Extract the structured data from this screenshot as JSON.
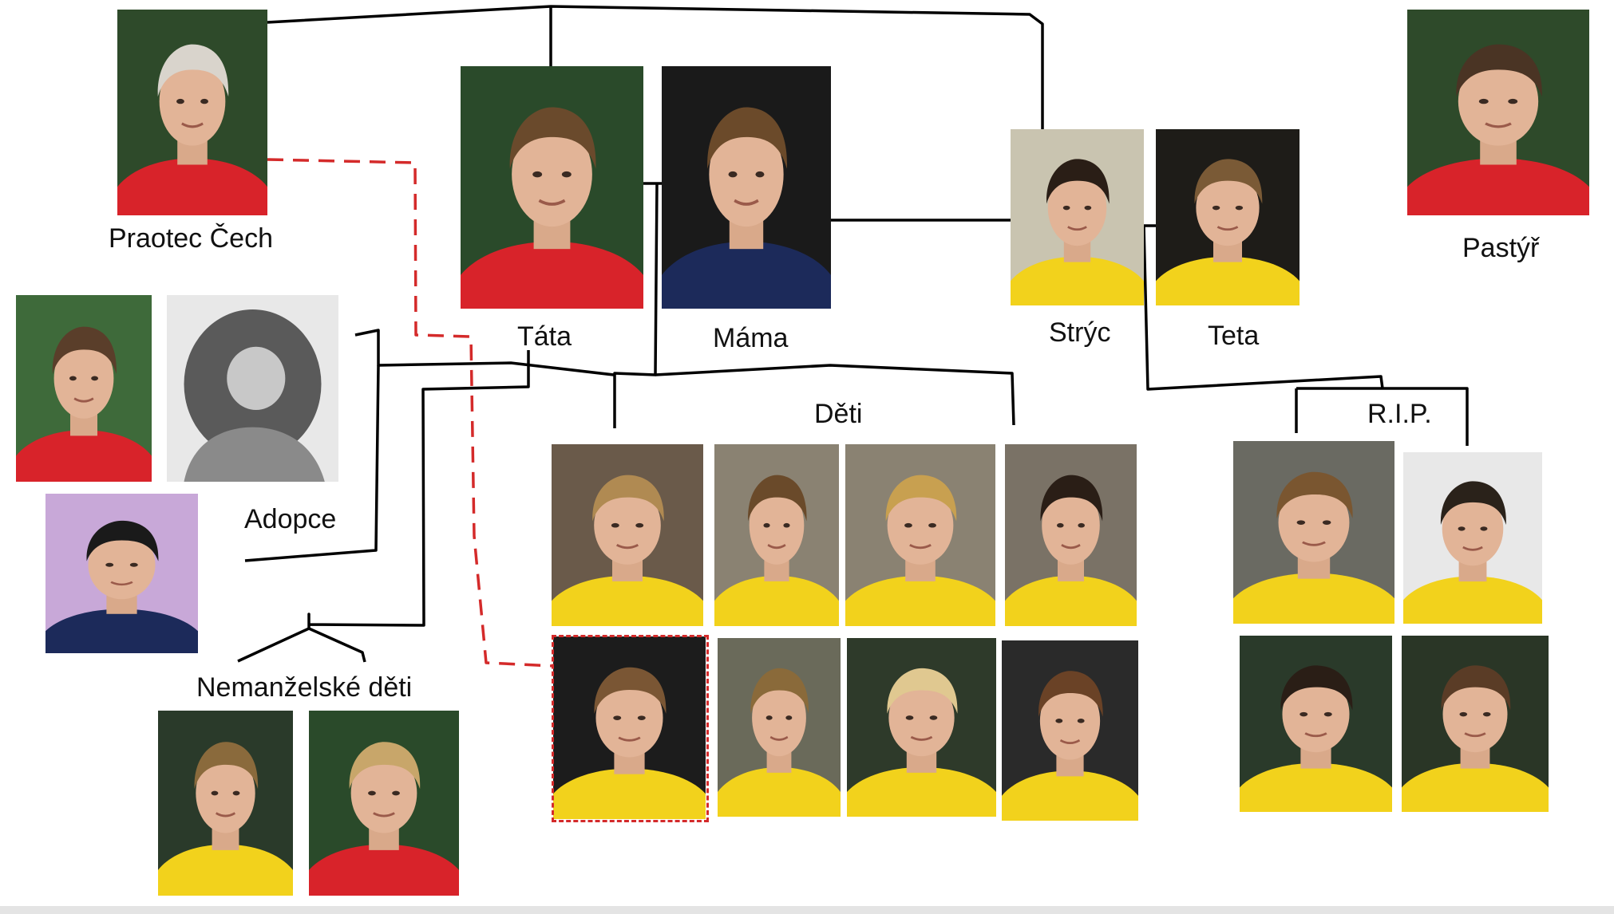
{
  "labels": {
    "praotec": "Praotec Čech",
    "tata": "Táta",
    "mama": "Máma",
    "stryc": "Strýc",
    "teta": "Teta",
    "pastyr": "Pastýř",
    "adopce": "Adopce",
    "deti": "Děti",
    "nemanzelske": "Nemanželské děti",
    "rip": "R.I.P."
  },
  "colors": {
    "line": "#000000",
    "dashed_line": "#d42a2a",
    "jersey_red": "#d8232a",
    "jersey_yellow": "#f2d21c",
    "jersey_navy": "#1c2a5a"
  },
  "photos": [
    {
      "id": "praotec",
      "jersey": "red",
      "hair": "#d9d4cc",
      "bg": "#2e4a2a"
    },
    {
      "id": "tata",
      "jersey": "red",
      "hair": "#6a4a2c",
      "bg": "#2a4a2a"
    },
    {
      "id": "mama",
      "jersey": "navy",
      "hair": "#6b4a2a",
      "bg": "#1a1a1a"
    },
    {
      "id": "stryc",
      "jersey": "yellow",
      "hair": "#2a1e16",
      "bg": "#c9c4b0"
    },
    {
      "id": "teta",
      "jersey": "yellow",
      "hair": "#7a5a36",
      "bg": "#1e1c18"
    },
    {
      "id": "pastyr",
      "jersey": "red",
      "hair": "#4a3424",
      "bg": "#2e4a2a"
    },
    {
      "id": "adopce-1",
      "jersey": "red",
      "hair": "#5a3e2a",
      "bg": "#3e6a3a"
    },
    {
      "id": "adopce-portrait",
      "jersey": "engraving",
      "hair": "#333333",
      "bg": "#e8e8e8"
    },
    {
      "id": "adopce-2",
      "jersey": "navy",
      "hair": "#1a1a1a",
      "bg": "#c8a8d8"
    },
    {
      "id": "dite-1",
      "jersey": "yellow",
      "hair": "#b08a52",
      "bg": "#6a5a4a"
    },
    {
      "id": "dite-2",
      "jersey": "yellow",
      "hair": "#6a4a2a",
      "bg": "#8a8272"
    },
    {
      "id": "dite-3",
      "jersey": "yellow",
      "hair": "#c8a050",
      "bg": "#8a8272"
    },
    {
      "id": "dite-4",
      "jersey": "yellow",
      "hair": "#2a1e16",
      "bg": "#7a7266"
    },
    {
      "id": "dite-5",
      "jersey": "yellow",
      "hair": "#7a5634",
      "bg": "#1c1c1c"
    },
    {
      "id": "dite-6",
      "jersey": "yellow",
      "hair": "#8a6a3a",
      "bg": "#6a6a5a"
    },
    {
      "id": "dite-7",
      "jersey": "yellow",
      "hair": "#e0c890",
      "bg": "#2e3a2a"
    },
    {
      "id": "dite-8",
      "jersey": "yellow",
      "hair": "#6a4226",
      "bg": "#2a2a2a"
    },
    {
      "id": "rip-1",
      "jersey": "yellow",
      "hair": "#7a5630",
      "bg": "#6a6a62"
    },
    {
      "id": "rip-2",
      "jersey": "yellow",
      "hair": "#2a221a",
      "bg": "#e8e8e8"
    },
    {
      "id": "rip-3",
      "jersey": "yellow",
      "hair": "#2a1e16",
      "bg": "#2a3a2a"
    },
    {
      "id": "rip-4",
      "jersey": "yellow",
      "hair": "#5a3c26",
      "bg": "#2a3626"
    },
    {
      "id": "nemanzelske-1",
      "jersey": "yellow",
      "hair": "#8a6a3c",
      "bg": "#2a3a2a"
    },
    {
      "id": "nemanzelske-2",
      "jersey": "red",
      "hair": "#c8a66a",
      "bg": "#2a4a2a"
    }
  ]
}
